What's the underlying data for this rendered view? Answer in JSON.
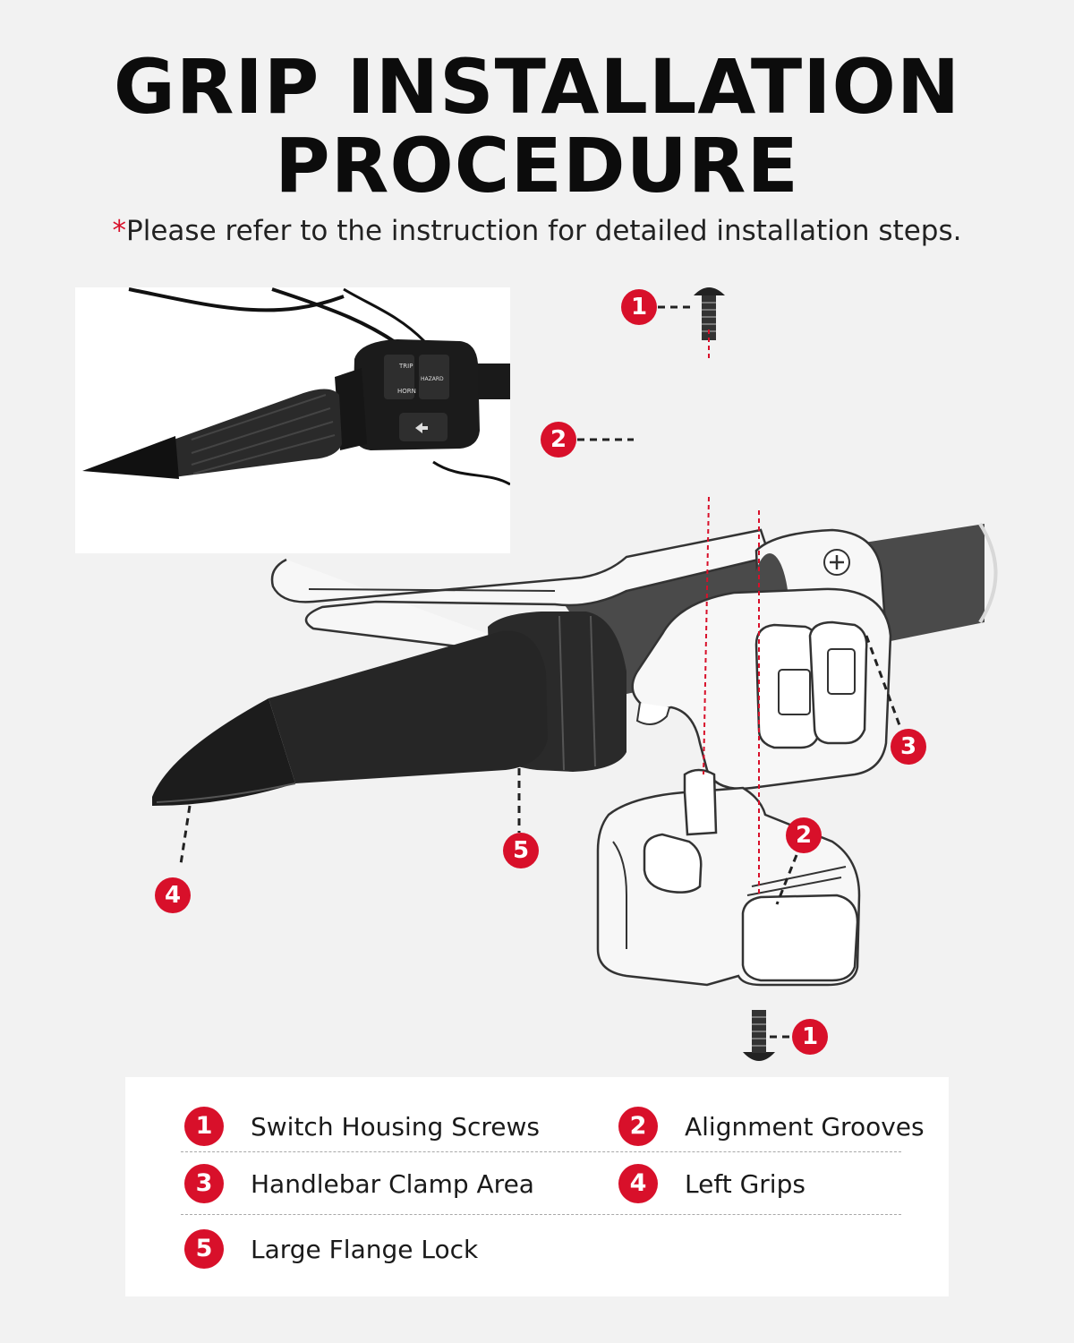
{
  "title_line1": "GRIP INSTALLATION",
  "title_line2": "PROCEDURE",
  "subtitle_star": "*",
  "subtitle": "Please refer to the instruction for detailed installation steps.",
  "photo_switch_labels": {
    "trip": "TRIP",
    "horn": "HORN",
    "hazard": "HAZARD"
  },
  "callouts": {
    "screw_top": "1",
    "groove_top": "2",
    "clamp": "3",
    "grip": "4",
    "flange": "5",
    "groove_bottom": "2",
    "screw_bottom": "1"
  },
  "legend": [
    {
      "num": "1",
      "label": "Switch Housing Screws"
    },
    {
      "num": "2",
      "label": "Alignment Grooves"
    },
    {
      "num": "3",
      "label": "Handlebar Clamp Area"
    },
    {
      "num": "4",
      "label": "Left Grips"
    },
    {
      "num": "5",
      "label": "Large Flange Lock"
    }
  ],
  "colors": {
    "accent": "#d8102a",
    "background": "#f2f2f2",
    "grip": "#232323"
  }
}
